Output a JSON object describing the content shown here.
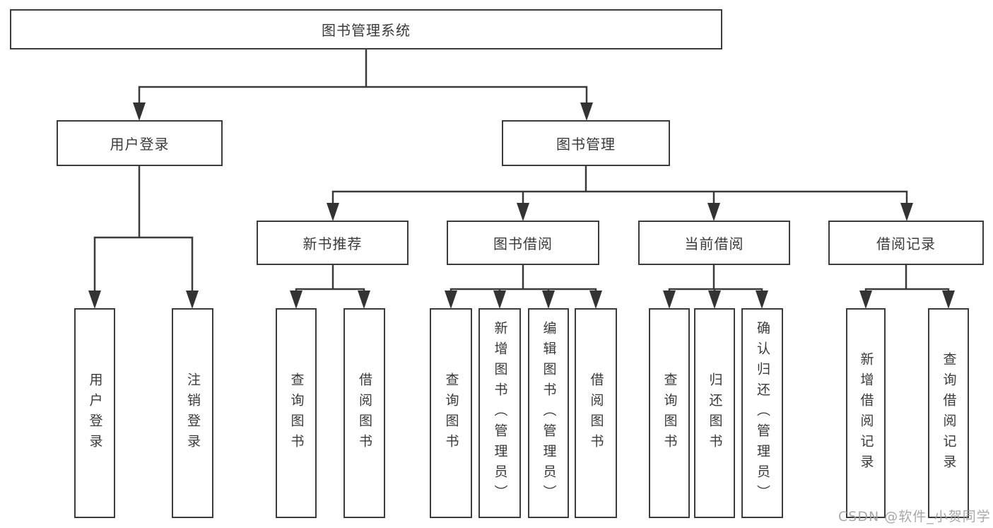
{
  "diagram": {
    "title": "图书管理系统",
    "level2": [
      {
        "label": "用户登录"
      },
      {
        "label": "图书管理"
      }
    ],
    "level3": [
      {
        "label": "新书推荐"
      },
      {
        "label": "图书借阅"
      },
      {
        "label": "当前借阅"
      },
      {
        "label": "借阅记录"
      }
    ],
    "leaves": [
      {
        "label": "用户登录"
      },
      {
        "label": "注销登录"
      },
      {
        "label": "查询图书"
      },
      {
        "label": "借阅图书"
      },
      {
        "label": "查询图书"
      },
      {
        "label": "新增图书（管理员）"
      },
      {
        "label": "编辑图书（管理员）"
      },
      {
        "label": "借阅图书"
      },
      {
        "label": "查询图书"
      },
      {
        "label": "归还图书"
      },
      {
        "label": "确认归还（管理员）"
      },
      {
        "label": "新增借阅记录"
      },
      {
        "label": "查询借阅记录"
      }
    ]
  },
  "watermark": {
    "text": "CSDN @软件_小贺同学"
  },
  "colors": {
    "line": "#3a3a3a",
    "text": "#3a3a3a",
    "watermark": "#9e9e9e",
    "background": "#ffffff"
  }
}
